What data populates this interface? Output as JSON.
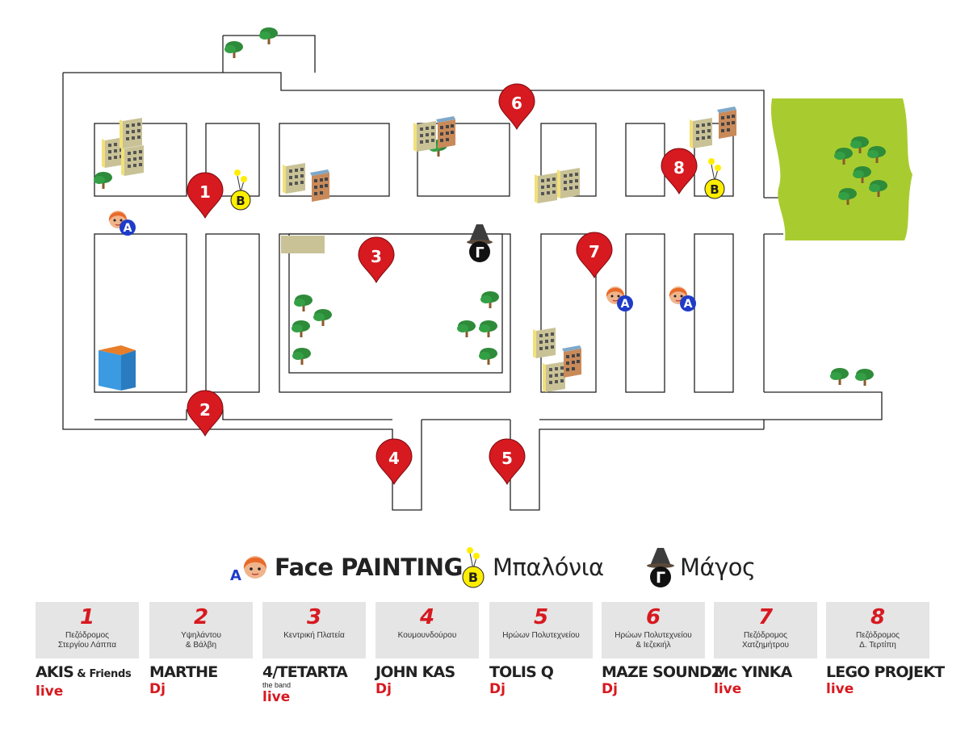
{
  "map": {
    "pins": [
      {
        "label": "1"
      },
      {
        "label": "2"
      },
      {
        "label": "3"
      },
      {
        "label": "4"
      },
      {
        "label": "5"
      },
      {
        "label": "6"
      },
      {
        "label": "7"
      },
      {
        "label": "8"
      }
    ],
    "badges": {
      "face": "A",
      "balloons": "B",
      "magician": "Γ"
    },
    "colors": {
      "pin": "#d71920",
      "street_line": "#222222",
      "park": "#a8cc2f",
      "tree": "#2e8b3a",
      "trunk": "#8b5a2b",
      "badge_blue": "#1e3cc8",
      "badge_yellow": "#ffee00"
    }
  },
  "legend": {
    "face_painting": {
      "badge": "A",
      "label": "Face PAINTING"
    },
    "balloons": {
      "badge": "B",
      "label": "Μπαλόνια"
    },
    "magician": {
      "badge": "Γ",
      "label": "Μάγος"
    }
  },
  "stages": [
    {
      "num": "1",
      "location": "Πεζόδρομος\nΣτεργίου Λάππα",
      "artist": "AKIS",
      "artist_extra": " & Friends",
      "sub": "",
      "kind": "live"
    },
    {
      "num": "2",
      "location": "Υψηλάντου\n& Βάλβη",
      "artist": "MARTHE",
      "artist_extra": "",
      "sub": "",
      "kind": "Dj"
    },
    {
      "num": "3",
      "location": "Κεντρική Πλατεία",
      "artist": "4/TETARTA",
      "artist_extra": "",
      "sub": "the band",
      "kind": "live"
    },
    {
      "num": "4",
      "location": "Κουμουνδούρου",
      "artist": "JOHN KAS",
      "artist_extra": "",
      "sub": "",
      "kind": "Dj"
    },
    {
      "num": "5",
      "location": "Ηρώων Πολυτεχνείου",
      "artist": "TOLIS Q",
      "artist_extra": "",
      "sub": "",
      "kind": "Dj"
    },
    {
      "num": "6",
      "location": "Ηρώων Πολυτεχνείου\n& Ιεζεκιήλ",
      "artist": "MAZE SOUNDZ",
      "artist_extra": "",
      "sub": "",
      "kind": "Dj"
    },
    {
      "num": "7",
      "location": "Πεζόδρομος\nΧατζημήτρου",
      "artist": "Mc YINKA",
      "artist_extra": "",
      "sub": "",
      "kind": "live"
    },
    {
      "num": "8",
      "location": "Πεζόδρομος\nΔ. Τερτίπη",
      "artist": "LEGO PROJEKT",
      "artist_extra": "",
      "sub": "",
      "kind": "live"
    }
  ]
}
